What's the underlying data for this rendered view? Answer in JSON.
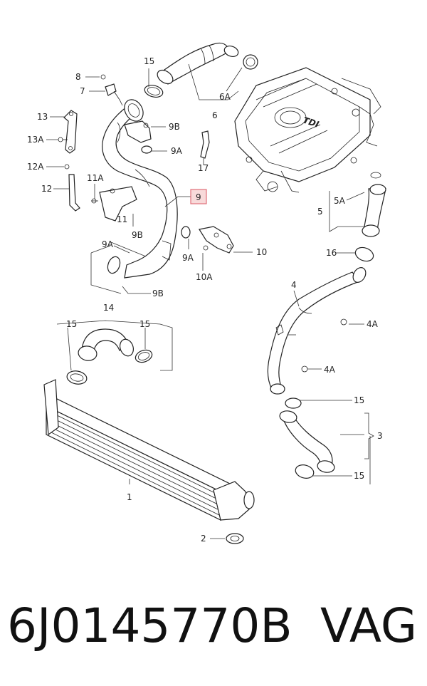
{
  "diagram": {
    "labels": {
      "l1": "1",
      "l2": "2",
      "l3": "3",
      "l4": "4",
      "l4a_top": "4A",
      "l4a_bot": "4A",
      "l5": "5",
      "l5a": "5A",
      "l6": "6",
      "l6a": "6A",
      "l7": "7",
      "l8": "8",
      "l9": "9",
      "l9a_1": "9A",
      "l9a_2": "9A",
      "l9a_3": "9A",
      "l9b_1": "9B",
      "l9b_2": "9B",
      "l9b_3": "9B",
      "l10": "10",
      "l10a": "10A",
      "l11": "11",
      "l11a": "11A",
      "l12": "12",
      "l12a": "12A",
      "l13": "13",
      "l13a": "13A",
      "l14": "14",
      "l15_1": "15",
      "l15_2": "15",
      "l15_3": "15",
      "l15_4": "15",
      "l15_5": "15",
      "l16": "16",
      "l17": "17"
    },
    "highlight_color": "#e0707a",
    "engine_badge": "TDI"
  },
  "footer": {
    "part_number": "6J0145770B",
    "brand": "VAG"
  }
}
